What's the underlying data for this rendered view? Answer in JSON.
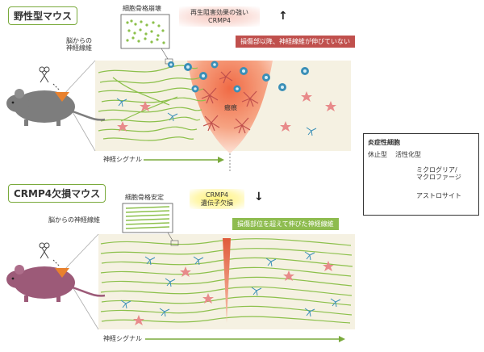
{
  "wild": {
    "title": "野性型マウス",
    "cytoskeleton_label": "細胞骨格崩壊",
    "crmp4_note_line1": "再生阻害効果の強い",
    "crmp4_note_line2": "CRMP4",
    "crmp4_arrow": "↑",
    "banner": "損傷部以降、神経線維が伸びていない",
    "fiber_label_line1": "脳からの",
    "fiber_label_line2": "神経線維",
    "scar_label": "瘢痕",
    "signal_label": "神経シグナル"
  },
  "ko": {
    "title": "CRMP4欠損マウス",
    "cytoskeleton_label": "細胞骨格安定",
    "crmp4_note_line1": "CRMP4",
    "crmp4_note_line2": "遺伝子欠損",
    "crmp4_arrow": "↓",
    "banner": "損傷部位を超えて伸びた神経線維",
    "fiber_label": "脳からの神経線維",
    "signal_label": "神経シグナル"
  },
  "legend": {
    "title": "炎症性細胞",
    "resting": "休止型",
    "activated": "活性化型",
    "microglia_line1": "ミクログリア/",
    "microglia_line2": "マクロファージ",
    "astrocyte": "アストロサイト"
  },
  "colors": {
    "fiber": "#8cc04b",
    "microglia": "#3a8fb7",
    "astrocyte": "#c0504d",
    "scar": "#f08050",
    "panel_bg": "#f5f1e2",
    "mouse_wild": "#7d7d7d",
    "mouse_ko": "#9c5a78",
    "accent_green": "#7aaa3c"
  },
  "icons": [
    "scissors-icon",
    "mouse-icon",
    "microglia-cell-icon",
    "astrocyte-cell-icon",
    "arrow-right-icon"
  ]
}
